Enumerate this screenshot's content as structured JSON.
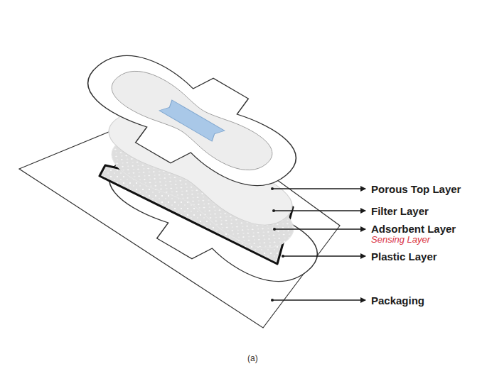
{
  "diagram": {
    "caption": "(a)",
    "labels": [
      "Porous Top Layer",
      "Filter Layer",
      "Adsorbent Layer",
      "Sensing Layer",
      "Plastic Layer",
      "Packaging"
    ]
  }
}
